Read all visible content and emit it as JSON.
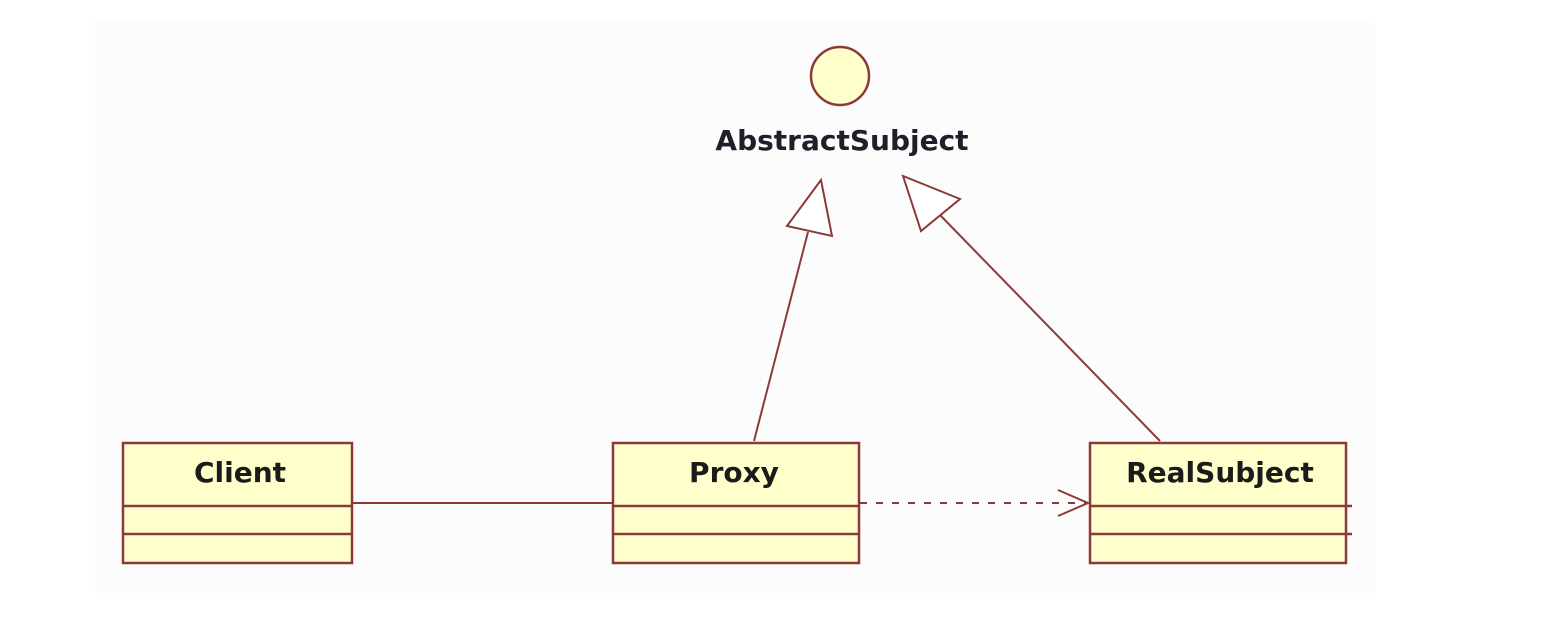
{
  "diagram": {
    "interface": {
      "name": "AbstractSubject",
      "icon": "lollipop-interface-icon",
      "fill_color": "#ffffcc"
    },
    "classes": [
      {
        "id": "client",
        "name": "Client"
      },
      {
        "id": "proxy",
        "name": "Proxy"
      },
      {
        "id": "realsubject",
        "name": "RealSubject"
      }
    ],
    "relations": [
      {
        "from": "Client",
        "to": "Proxy",
        "kind": "association"
      },
      {
        "from": "Proxy",
        "to": "RealSubject",
        "kind": "dependency"
      },
      {
        "from": "Proxy",
        "to": "AbstractSubject",
        "kind": "realization"
      },
      {
        "from": "RealSubject",
        "to": "AbstractSubject",
        "kind": "realization"
      }
    ],
    "colors": {
      "line": "#8b3a3a",
      "class_fill": "#ffffcc"
    }
  }
}
